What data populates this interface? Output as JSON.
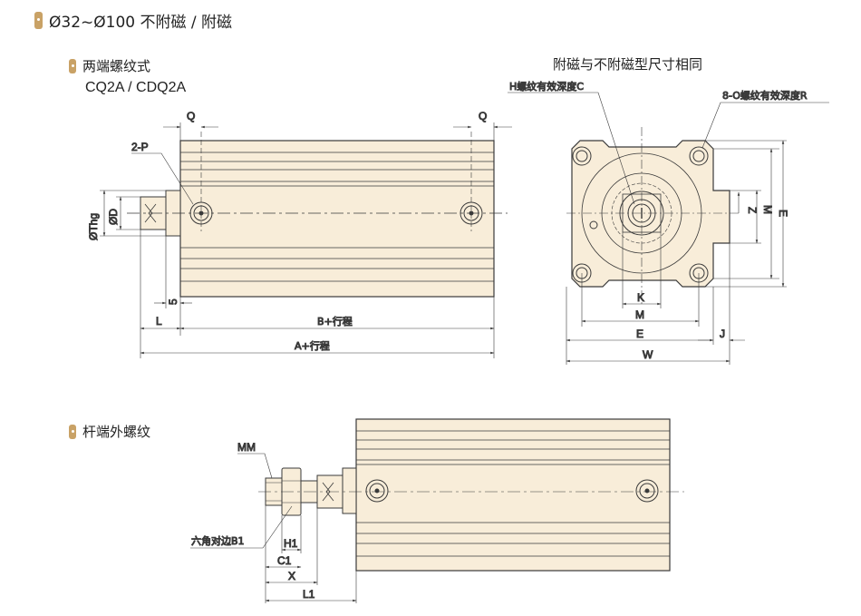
{
  "header": {
    "title": "Ø32~Ø100 不附磁 / 附磁"
  },
  "section_front": {
    "title": "两端螺纹式",
    "model": "CQ2A / CDQ2A"
  },
  "section_side": {
    "title": "附磁与不附磁型尺寸相同"
  },
  "section_rod": {
    "title": "杆端外螺纹"
  },
  "labels": {
    "Q_left": "Q",
    "Q_right": "Q",
    "P": "2-P",
    "Thg": "ØThg",
    "D": "ØD",
    "dim5": "5",
    "L": "L",
    "B": "B+行程",
    "A": "A+行程",
    "H_thread": "H螺纹有效深度C",
    "O_thread": "8-O螺纹有效深度R",
    "Z": "Z",
    "M_v": "M",
    "E_v": "E",
    "K": "K",
    "M_h": "M",
    "E_h": "E",
    "J": "J",
    "W": "W",
    "MM": "MM",
    "B1": "六角对边B1",
    "H1": "H1",
    "C1": "C1",
    "X": "X",
    "L1": "L1"
  },
  "colors": {
    "body": "#f8edd9",
    "stroke": "#3a3a3a",
    "accent": "#c9a266"
  }
}
